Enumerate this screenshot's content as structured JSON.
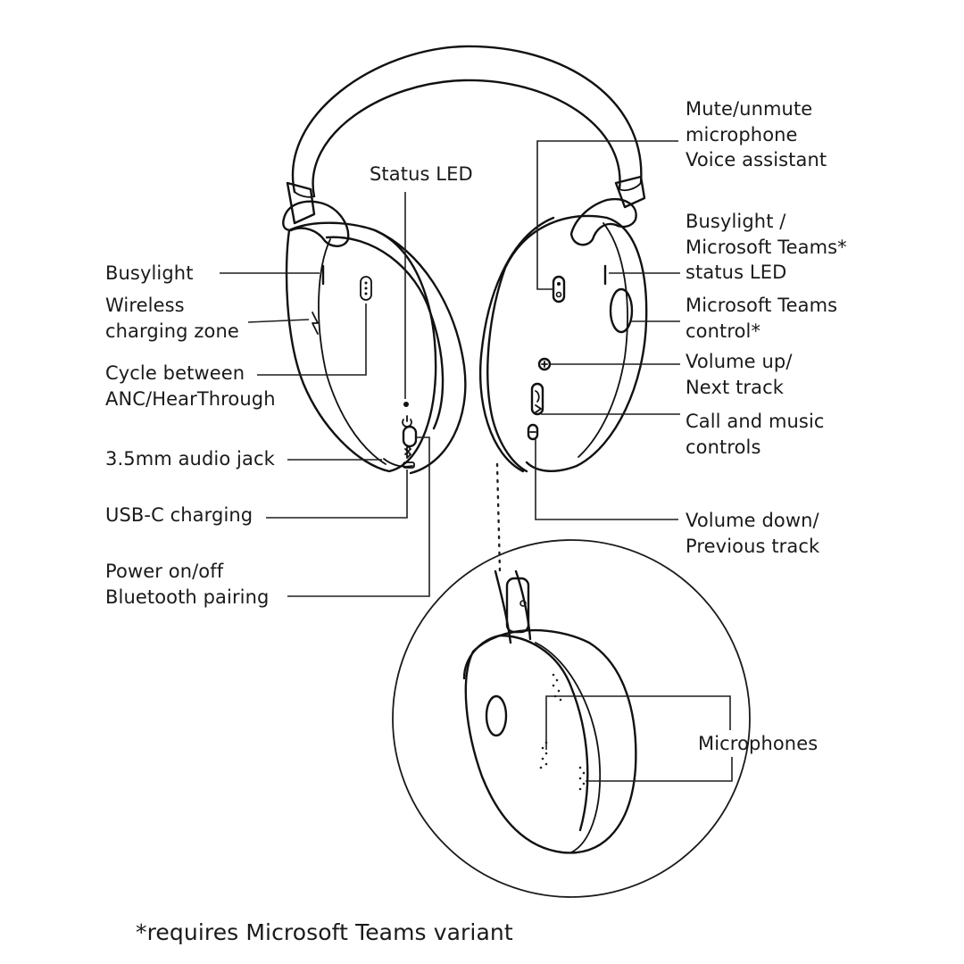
{
  "labels": {
    "status_led": "Status LED",
    "busylight_left": "Busylight",
    "wireless_charging": [
      "Wireless",
      "charging zone"
    ],
    "cycle_anc": [
      "Cycle between",
      "ANC/HearThrough"
    ],
    "audio_jack": "3.5mm audio jack",
    "usb_c": "USB-C charging",
    "power": [
      "Power on/off",
      "Bluetooth pairing"
    ],
    "mute": [
      "Mute/unmute",
      "microphone",
      "Voice assistant"
    ],
    "busylight_right": [
      "Busylight /",
      "Microsoft Teams*",
      "status LED"
    ],
    "teams_control": [
      "Microsoft Teams",
      "control*"
    ],
    "volume_up": [
      "Volume up/",
      "Next track"
    ],
    "call_music": [
      "Call and music",
      "controls"
    ],
    "volume_down": [
      "Volume down/",
      "Previous track"
    ],
    "microphones": "Microphones"
  },
  "footnote": "*requires Microsoft Teams variant"
}
